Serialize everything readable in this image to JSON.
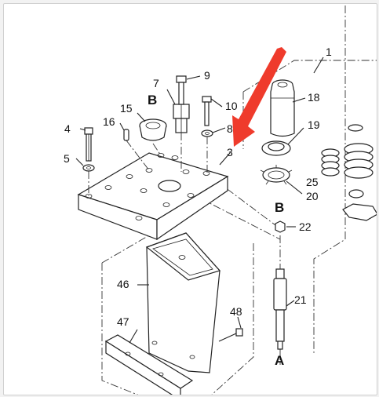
{
  "diagram": {
    "part_labels": {
      "p1": "1",
      "p3": "3",
      "p4": "4",
      "p5": "5",
      "p7": "7",
      "p8": "8",
      "p9": "9",
      "p10": "10",
      "p15": "15",
      "p16": "16",
      "p18": "18",
      "p19": "19",
      "p20": "20",
      "p21": "21",
      "p22": "22",
      "p25": "25",
      "p46": "46",
      "p47": "47",
      "p48": "48"
    },
    "reference_labels": {
      "b_top": "B",
      "b_mid": "B",
      "a_bottom": "A"
    },
    "annotation_arrow_color": "#ef3b2c",
    "ink_color": "#222222"
  }
}
